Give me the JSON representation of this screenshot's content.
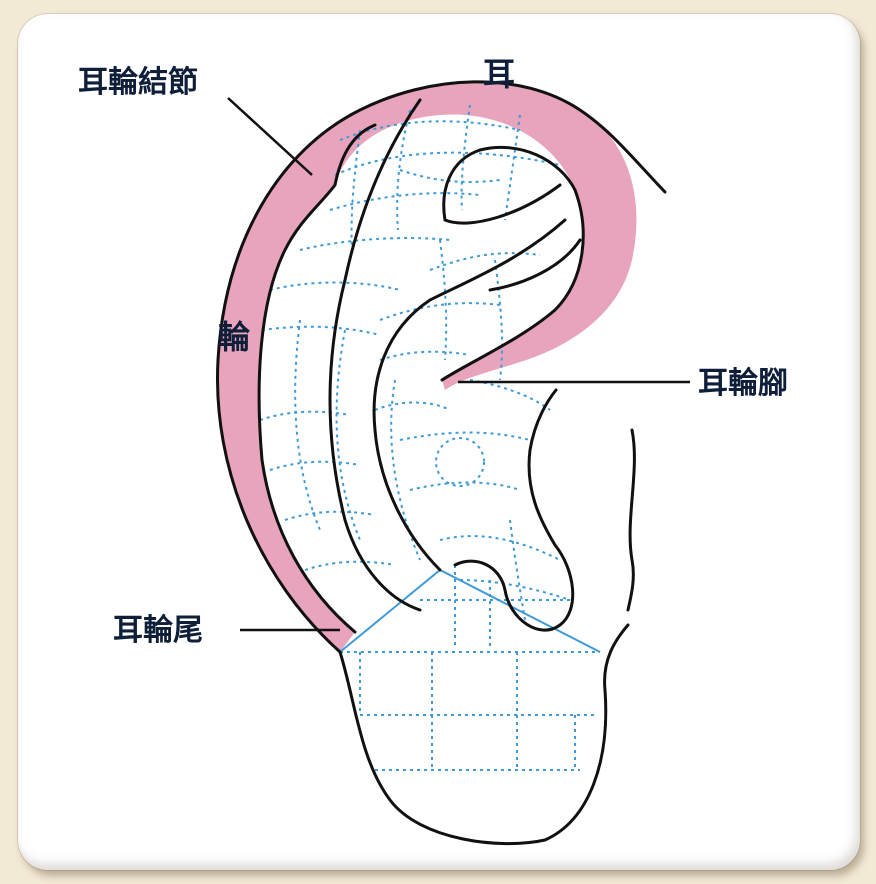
{
  "colors": {
    "helix_band": "#e8a3bd",
    "grid_line": "#3f9bd8",
    "outline": "#111111",
    "label_text": "#0f1f3a",
    "background": "#f3ead6"
  },
  "labels": {
    "helix_node": "耳輪結節",
    "helix_top_char": "耳",
    "helix_side_char": "輪",
    "helix_root": "耳輪腳",
    "helix_tail": "耳輪尾"
  }
}
